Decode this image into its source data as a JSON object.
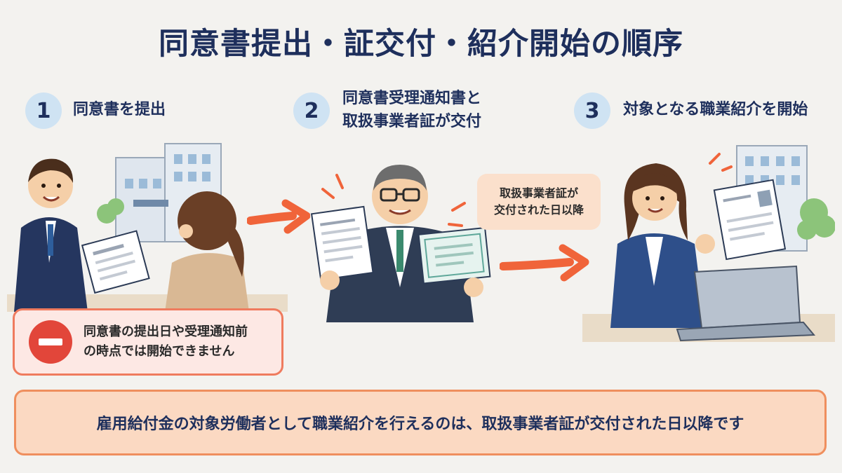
{
  "title": "同意書提出・証交付・紹介開始の順序",
  "steps": [
    {
      "number": "1",
      "label_line1": "同意書を提出",
      "label_line2": ""
    },
    {
      "number": "2",
      "label_line1": "同意書受理通知書と",
      "label_line2": "取扱事業者証が交付"
    },
    {
      "number": "3",
      "label_line1": "対象となる職業紹介を開始",
      "label_line2": ""
    }
  ],
  "warning": {
    "line1": "同意書の提出日や受理通知前",
    "line2": "の時点では開始できません"
  },
  "bubble": {
    "line1": "取扱事業者証が",
    "line2": "交付された日以降"
  },
  "conclusion": "雇用給付金の対象労働者として職業紹介を行えるのは、取扱事業者証が交付された日以降です",
  "colors": {
    "navy": "#1e2f5c",
    "circle_bg": "#cfe3f3",
    "arrow": "#f0643a",
    "warn_border": "#ef7b5e",
    "warn_bg": "#fde8e4",
    "no_icon": "#e2463a",
    "bottom_bg": "#fbd9c2",
    "bubble_bg": "#fbe0cc"
  }
}
